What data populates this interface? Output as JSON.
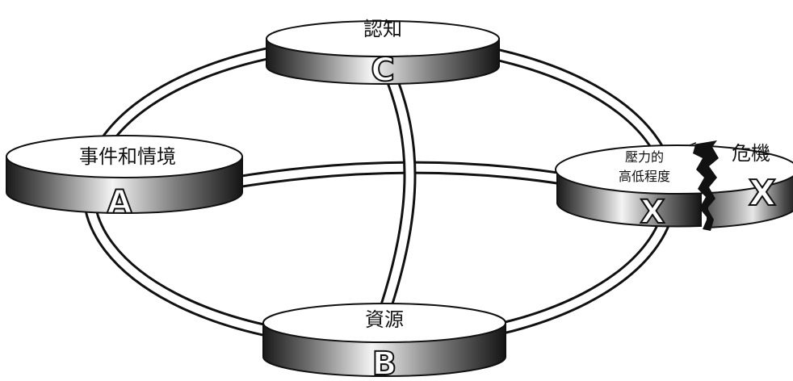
{
  "nodes": {
    "cognition": {
      "label": "認知",
      "letter": "C"
    },
    "event": {
      "label": "事件和情境",
      "letter": "A"
    },
    "resource": {
      "label": "資源",
      "letter": "B"
    },
    "stress": {
      "label_line1": "壓力的",
      "label_line2": "高低程度",
      "letter": "X"
    },
    "crisis": {
      "label": "危機",
      "letter": "X"
    }
  },
  "colors": {
    "outline": "#111111",
    "ring_fill": "#ffffff",
    "cylinder_dark": "#1a1a1a",
    "cylinder_light": "#f2f2f2"
  }
}
